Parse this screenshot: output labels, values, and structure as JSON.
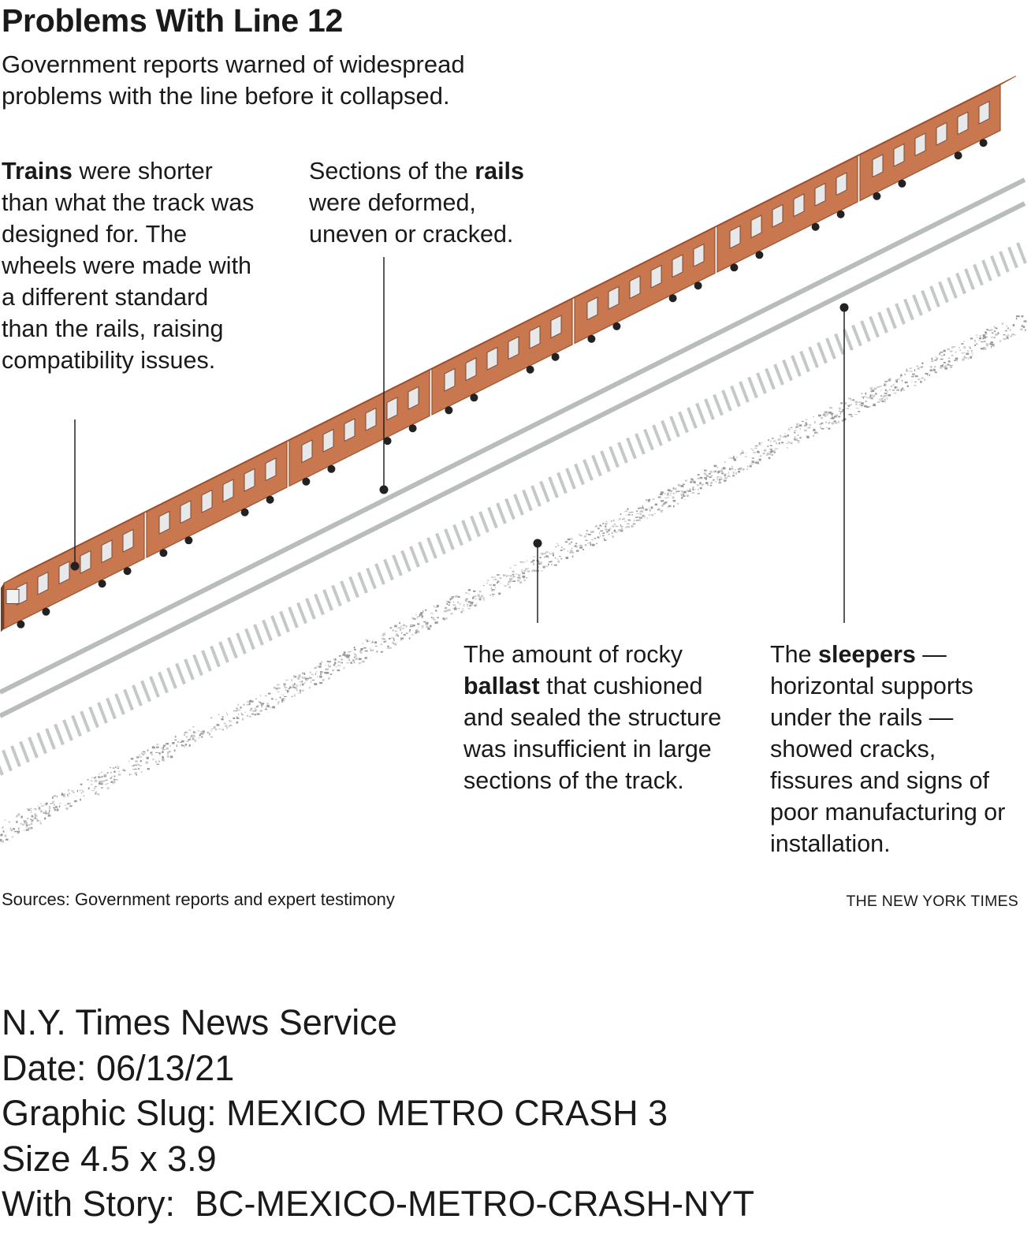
{
  "title": "Problems With Line 12",
  "subtitle": "Government reports warned of widespread problems with the line before it collapsed.",
  "annotations": {
    "trains": {
      "bold": "Trains",
      "text": " were shorter than what the track was designed for. The wheels were made with a different standard than the rails, raising compatibility issues."
    },
    "rails": {
      "pre": "Sections of the ",
      "bold": "rails",
      "text": " were deformed, uneven or cracked."
    },
    "ballast": {
      "pre": "The amount of rocky ",
      "bold": "ballast",
      "text": " that cushioned and sealed the structure was insufficient in large sections of the track."
    },
    "sleepers": {
      "pre": "The ",
      "bold": "sleepers",
      "text": " — horizontal supports under the rails — showed cracks, fissures and signs of poor manufacturing or installation."
    }
  },
  "sources": "Sources: Government reports and expert testimony",
  "credit": "THE NEW YORK TIMES",
  "meta": {
    "service": "N.Y. Times News Service",
    "date": "Date: 06/13/21",
    "slug": "Graphic Slug: MEXICO METRO CRASH 3",
    "size": "Size 4.5 x 3.9",
    "story": "With Story:  BC-MEXICO-METRO-CRASH-NYT"
  },
  "colors": {
    "train_body": "#c8774f",
    "train_roof": "#d38a63",
    "train_side_dark": "#9e4f2c",
    "rail": "#b8bcbc",
    "sleeper": "#c4c8c8",
    "ballast": "#9a9a9a",
    "leader": "#222222"
  }
}
